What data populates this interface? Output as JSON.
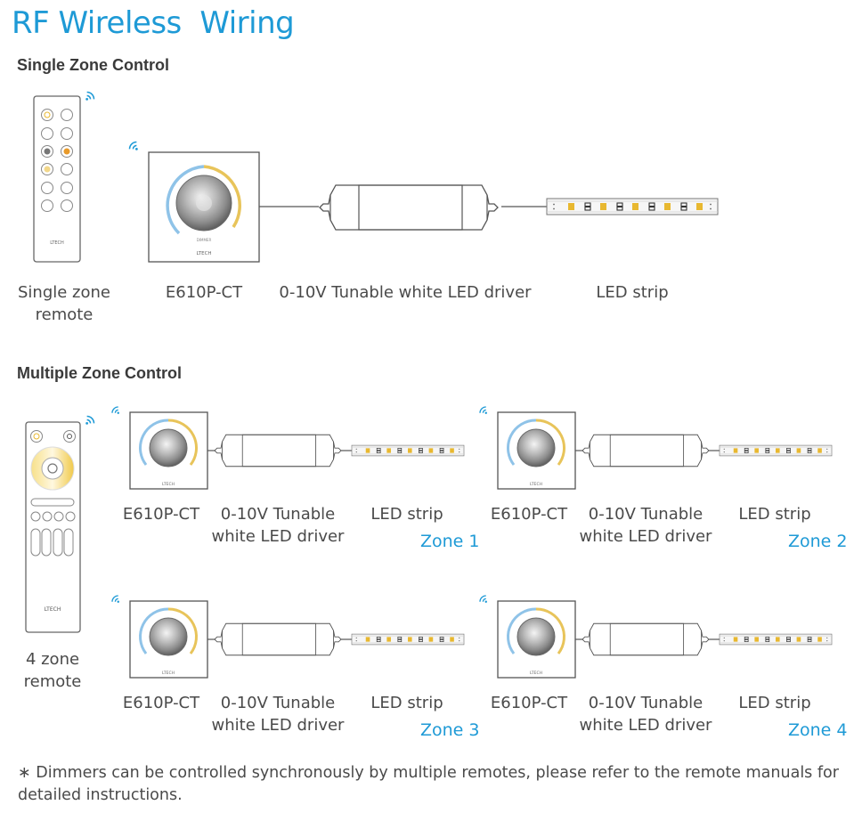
{
  "title": "RF Wireless  Wiring",
  "single": {
    "heading": "Single Zone Control",
    "remote_label_1": "Single zone",
    "remote_label_2": "remote",
    "panel_label": "E610P-CT",
    "driver_label": "0-10V Tunable white LED driver",
    "strip_label": "LED strip",
    "remote_brand": "LTECH",
    "panel_brand": "LTECH",
    "panel_caption": "DIMMER"
  },
  "multi": {
    "heading": "Multiple Zone Control",
    "remote_label_1": "4 zone",
    "remote_label_2": "remote",
    "remote_brand": "LTECH",
    "zones": [
      {
        "panel": "E610P-CT",
        "driver_1": "0-10V Tunable",
        "driver_2": "white LED driver",
        "strip": "LED strip",
        "zone": "Zone 1",
        "brand": "LTECH"
      },
      {
        "panel": "E610P-CT",
        "driver_1": "0-10V Tunable",
        "driver_2": "white LED driver",
        "strip": "LED strip",
        "zone": "Zone 2",
        "brand": "LTECH"
      },
      {
        "panel": "E610P-CT",
        "driver_1": "0-10V Tunable",
        "driver_2": "white LED driver",
        "strip": "LED strip",
        "zone": "Zone 3",
        "brand": "LTECH"
      },
      {
        "panel": "E610P-CT",
        "driver_1": "0-10V Tunable",
        "driver_2": "white LED driver",
        "strip": "LED strip",
        "zone": "Zone 4",
        "brand": "LTECH"
      }
    ]
  },
  "note": "∗ Dimmers can be controlled synchronously by multiple remotes, please refer to the remote manuals for detailed instructions.",
  "colors": {
    "accent": "#1e9ad6",
    "warm": "#e8c45a",
    "cool": "#8fc3e8",
    "line": "#555555"
  }
}
